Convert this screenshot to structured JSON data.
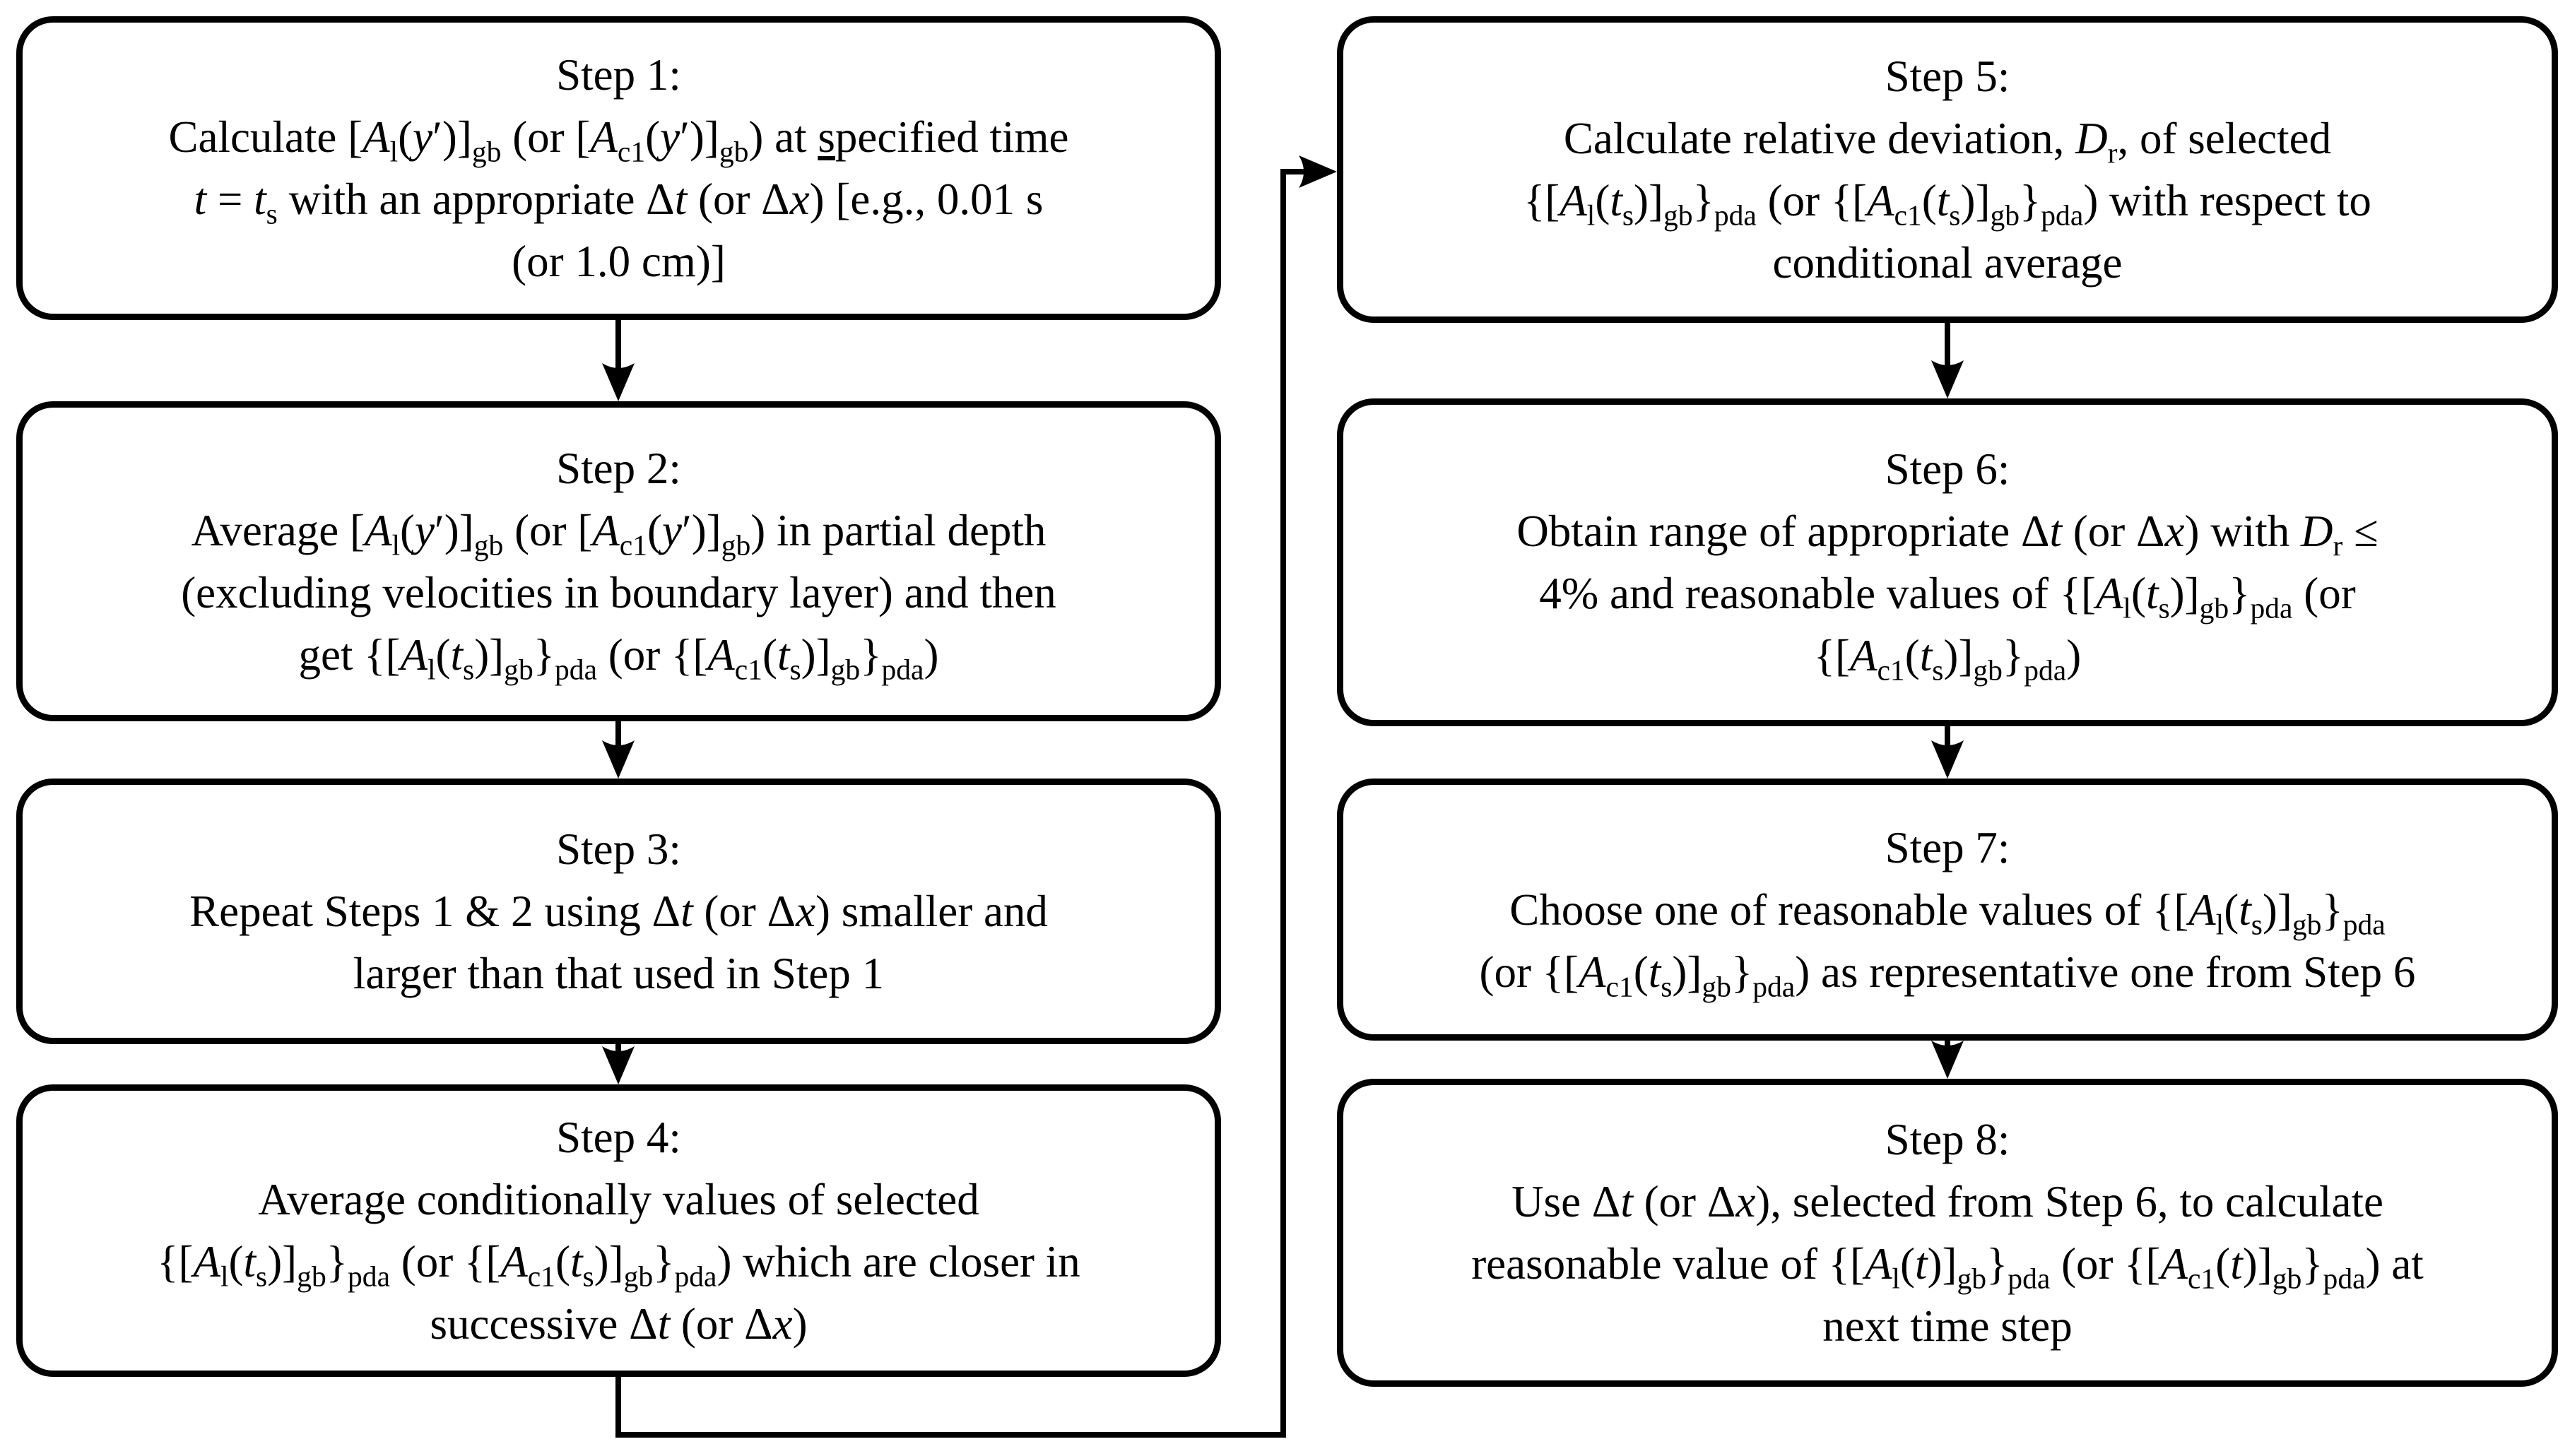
{
  "figure": {
    "type": "flowchart",
    "background_color": "#ffffff",
    "stroke_color": "#000000",
    "columns": 2
  },
  "boxes": [
    {
      "id": "step-1",
      "title": "Step 1:",
      "lines": [
        "Calculate [<i>A</i><sub>l</sub>(<i>y</i>&#8242;)]<sub>gb</sub> (or [<i>A</i><sub>c1</sub>(<i>y</i>&#8242;)]<sub>gb</sub>) at <u>s</u>pecified time",
        "<i>t</i> = <i>t</i><sub>s</sub> with an appropriate &#916;<i>t</i> (or &#916;<i>x</i>) [e.g., 0.01 s",
        "(or 1.0 cm)]"
      ]
    },
    {
      "id": "step-2",
      "title": "Step 2:",
      "lines": [
        "Average [<i>A</i><sub>l</sub>(<i>y</i>&#8242;)]<sub>gb</sub> (or [<i>A</i><sub>c1</sub>(<i>y</i>&#8242;)]<sub>gb</sub>) in partial depth",
        "(excluding velocities in boundary layer) and then",
        "get {[<i>A</i><sub>l</sub>(<i>t</i><sub>s</sub>)]<sub>gb</sub>}<sub>pda</sub> (or {[<i>A</i><sub>c1</sub>(<i>t</i><sub>s</sub>)]<sub>gb</sub>}<sub>pda</sub>)"
      ]
    },
    {
      "id": "step-3",
      "title": "Step 3:",
      "lines": [
        "Repeat Steps 1 &amp; 2 using &#916;<i>t</i> (or &#916;<i>x</i>) smaller and",
        "larger than that used in Step 1"
      ]
    },
    {
      "id": "step-4",
      "title": "Step 4:",
      "lines": [
        "Average conditionally values of selected",
        "{[<i>A</i><sub>l</sub>(<i>t</i><sub>s</sub>)]<sub>gb</sub>}<sub>pda</sub> (or {[<i>A</i><sub>c1</sub>(<i>t</i><sub>s</sub>)]<sub>gb</sub>}<sub>pda</sub>) which are closer in",
        "successive &#916;<i>t</i> (or &#916;<i>x</i>)"
      ]
    },
    {
      "id": "step-5",
      "title": "Step 5:",
      "lines": [
        "Calculate relative deviation, <i>D</i><sub>r</sub>, of selected",
        "{[<i>A</i><sub>l</sub>(<i>t</i><sub>s</sub>)]<sub>gb</sub>}<sub>pda</sub> (or {[<i>A</i><sub>c1</sub>(<i>t</i><sub>s</sub>)]<sub>gb</sub>}<sub>pda</sub>) with respect to",
        "conditional average"
      ]
    },
    {
      "id": "step-6",
      "title": "Step 6:",
      "lines": [
        "Obtain range of appropriate &#916;<i>t</i> (or &#916;<i>x</i>) with <i>D</i><sub>r</sub> &#8804;",
        "4% and reasonable values of {[<i>A</i><sub>l</sub>(<i>t</i><sub>s</sub>)]<sub>gb</sub>}<sub>pda</sub> (or",
        "{[<i>A</i><sub>c1</sub>(<i>t</i><sub>s</sub>)]<sub>gb</sub>}<sub>pda</sub>)"
      ]
    },
    {
      "id": "step-7",
      "title": "Step 7:",
      "lines": [
        "Choose one of reasonable values of {[<i>A</i><sub>l</sub>(<i>t</i><sub>s</sub>)]<sub>gb</sub>}<sub>pda</sub>",
        "(or {[<i>A</i><sub>c1</sub>(<i>t</i><sub>s</sub>)]<sub>gb</sub>}<sub>pda</sub>) as representative one from Step 6"
      ]
    },
    {
      "id": "step-8",
      "title": "Step 8:",
      "lines": [
        "Use &#916;<i>t</i> (or &#916;<i>x</i>), selected from Step 6, to calculate",
        "reasonable value of {[<i>A</i><sub>l</sub>(<i>t</i>)]<sub>gb</sub>}<sub>pda</sub> (or {[<i>A</i><sub>c1</sub>(<i>t</i>)]<sub>gb</sub>}<sub>pda</sub>) at",
        "next time step"
      ]
    }
  ],
  "arrows": [
    {
      "from": "step-1",
      "to": "step-2"
    },
    {
      "from": "step-2",
      "to": "step-3"
    },
    {
      "from": "step-3",
      "to": "step-4"
    },
    {
      "from": "step-4",
      "to": "step-5",
      "route": "down-right-up"
    },
    {
      "from": "step-5",
      "to": "step-6"
    },
    {
      "from": "step-6",
      "to": "step-7"
    },
    {
      "from": "step-7",
      "to": "step-8"
    }
  ]
}
